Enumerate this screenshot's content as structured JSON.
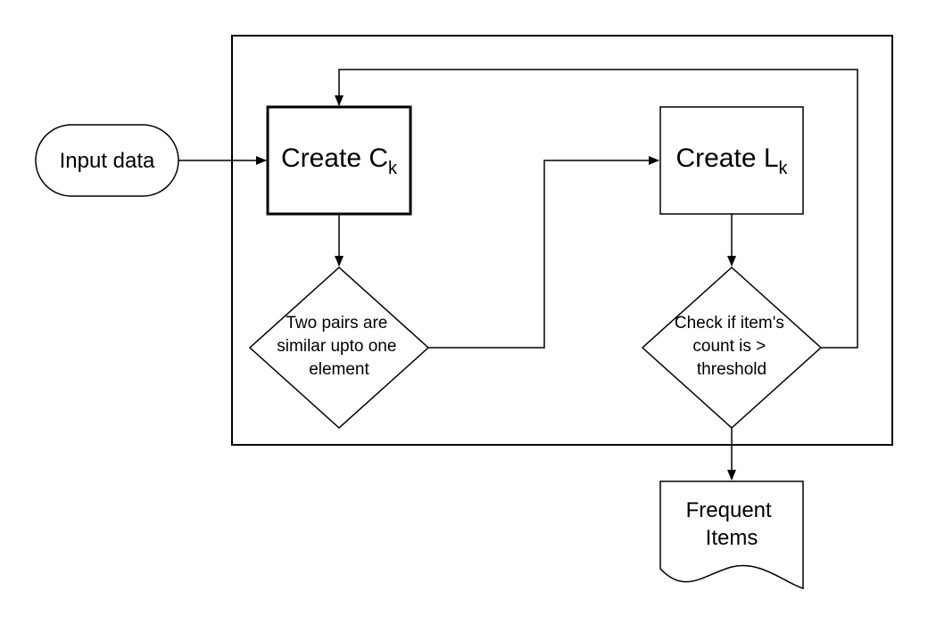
{
  "nodes": {
    "input": {
      "label": "Input data"
    },
    "create_c": {
      "label": "Create C",
      "subscript": "k"
    },
    "create_l": {
      "label": "Create L",
      "subscript": "k"
    },
    "similar": {
      "lines": [
        "Two pairs are",
        "similar upto one",
        "element"
      ]
    },
    "check": {
      "lines": [
        "Check if item's",
        "count is >",
        "threshold"
      ]
    },
    "output": {
      "lines": [
        "Frequent",
        "Items"
      ]
    }
  },
  "colors": {
    "stroke": "#000000",
    "fill": "#ffffff"
  }
}
